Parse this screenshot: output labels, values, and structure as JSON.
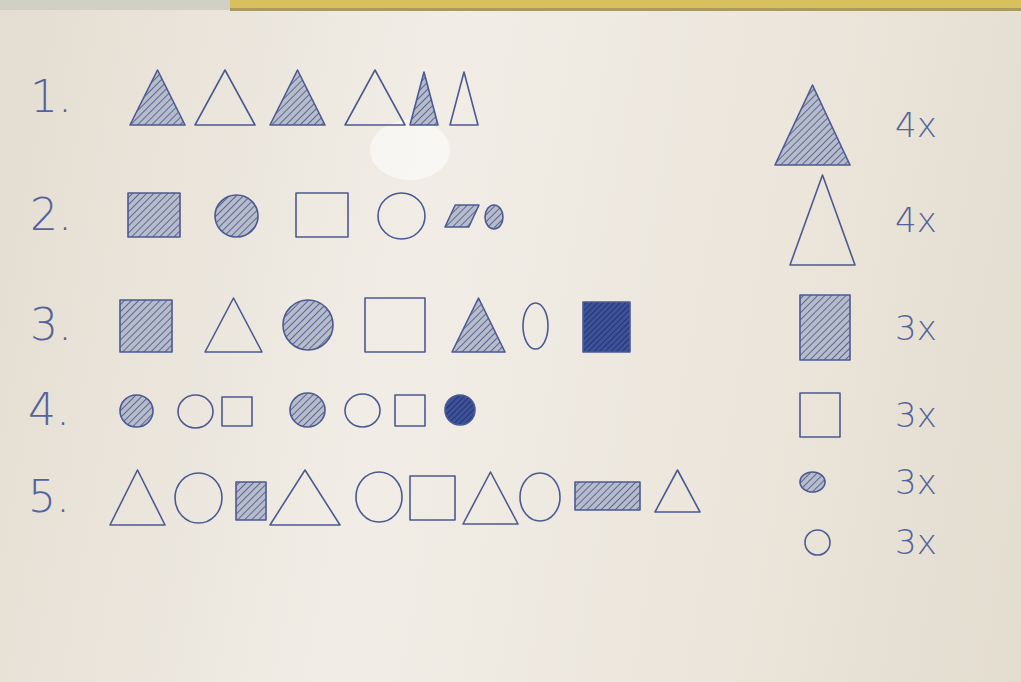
{
  "diagram": {
    "labels": [
      "1.",
      "2.",
      "3.",
      "4.",
      "5."
    ],
    "legend": [
      {
        "text": "4x"
      },
      {
        "text": "4x"
      },
      {
        "text": "3x"
      },
      {
        "text": "3x"
      },
      {
        "text": "3x"
      },
      {
        "text": "3x"
      }
    ]
  }
}
